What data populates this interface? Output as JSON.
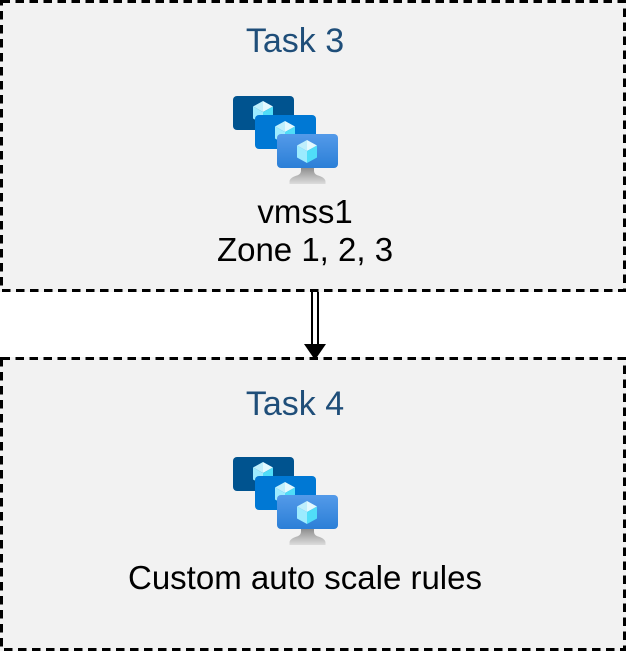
{
  "diagram": {
    "type": "flow",
    "description": "Two dashed task boxes connected by a downward double-line arrow"
  },
  "colors": {
    "canvas_background": "#ffffff",
    "box_fill": "#f2f2f2",
    "box_border": "#000000",
    "heading_text": "#1f4e79",
    "body_text": "#000000",
    "arrow": "#000000",
    "icon_screen_back": "#00538f",
    "icon_screen_middle": "#0078d4",
    "icon_screen_front_top": "#549ae9",
    "icon_screen_front_bottom": "#2b7fd7",
    "icon_cube_light": "#9cebff",
    "icon_cube_dark": "#50ddf8"
  },
  "task3": {
    "title": "Task 3",
    "icon": "vmss-icon",
    "caption_lines": [
      "vmss1",
      "Zone 1, 2, 3"
    ]
  },
  "task4": {
    "title": "Task 4",
    "icon": "vmss-icon",
    "caption_lines": [
      "Custom auto scale rules"
    ]
  },
  "connector": {
    "shape": "double-line-arrow",
    "direction": "down",
    "from": "task3-box",
    "to": "task4-box"
  }
}
